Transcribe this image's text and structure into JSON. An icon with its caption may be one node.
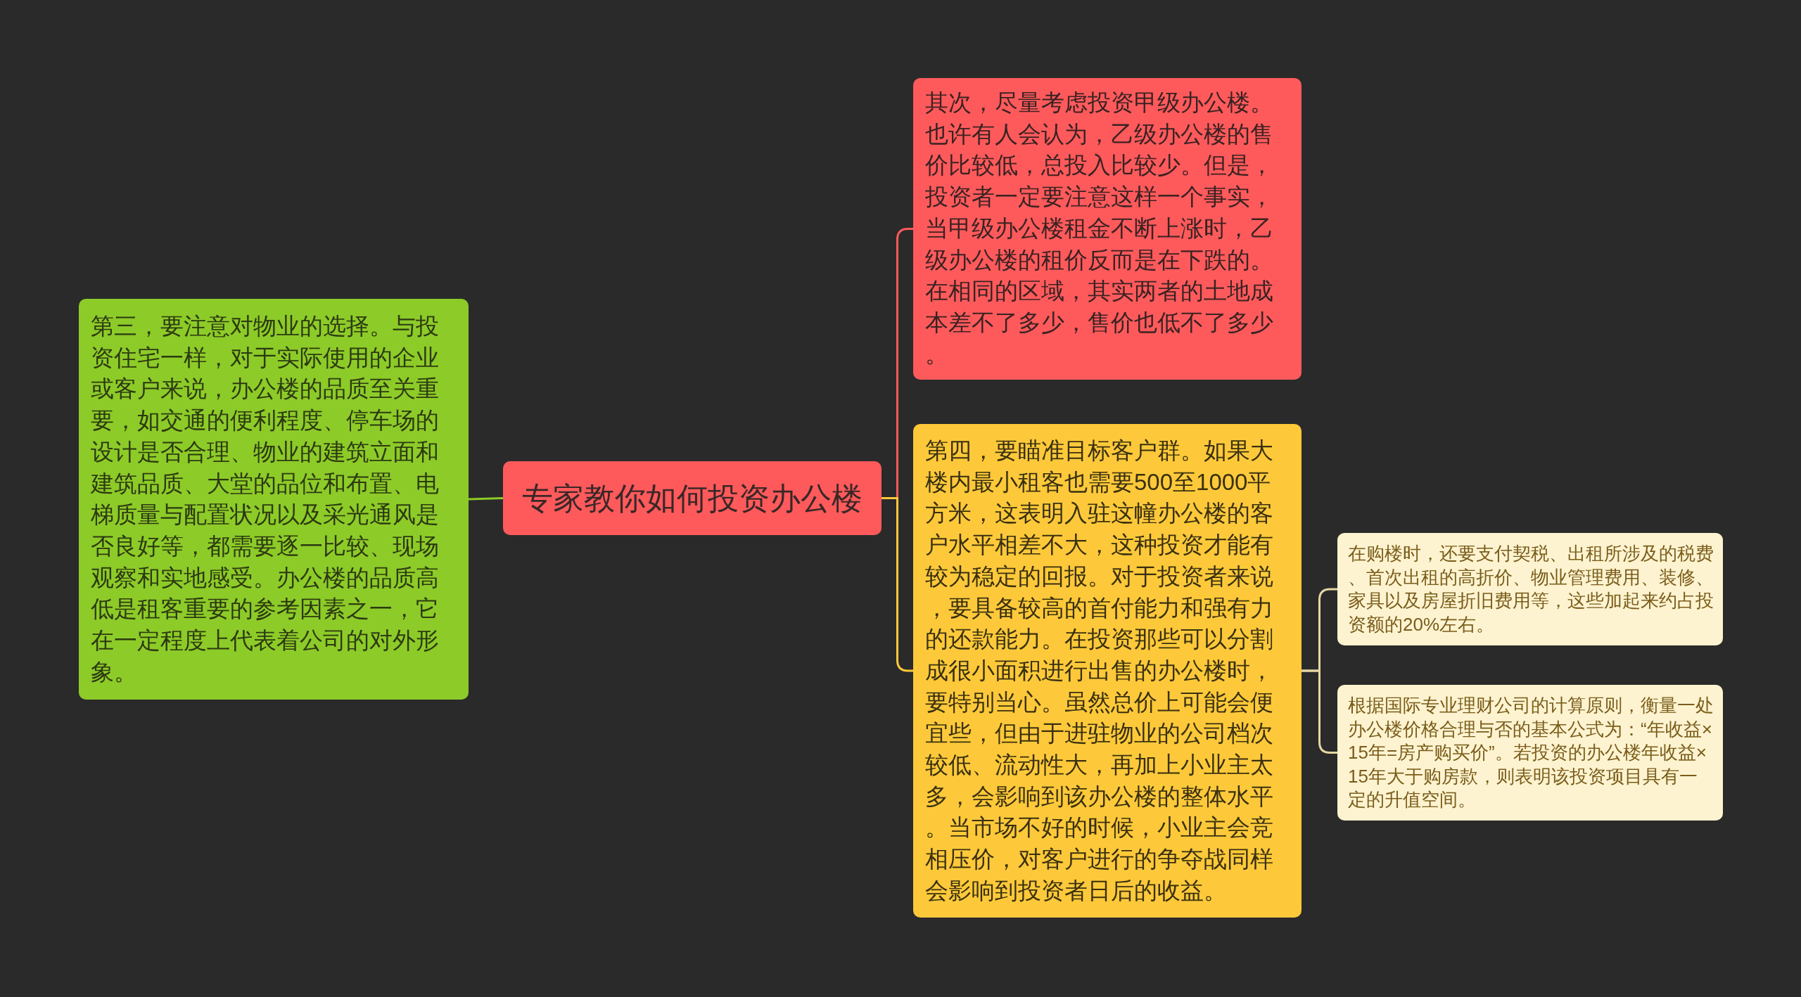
{
  "diagram": {
    "nodes": [
      {
        "text": [
          "专家教你如何投资办公楼"
        ]
      },
      {
        "text": [
          "第三，要注意对物业的选择。与投资住宅一样，对于实际使用的企业或客户来说，办公楼的品质至关重要，如交通的便利程度、停车场的设计是否合理、物业的建筑立面和建筑品质、大堂的品位和布置、电梯质量与配置状况以及采光通风是否良好等，都需要逐一比较、现场观察和实地感受。办公楼的品质高低是租客重要的参考因素之一，它在一定程度上代表着公司的对外形象。"
        ]
      },
      {
        "text": [
          "其次，尽量考虑投资甲级办公楼。也许有人会认为，乙级办公楼的售价比较低，总投入比较少。但是，投资者一定要注意这样一个事实，当甲级办公楼租金不断上涨时，乙级办公楼的租价反而是在下跌的。在相同的区域，其实两者的土地成本差不了多少，售价也低不了多少。"
        ]
      },
      {
        "text": [
          "第四，要瞄准目标客户群。如果大楼内最小租客也需要500至1000平方米，这表明入驻这幢办公楼的客户水平相差不大，这种投资才能有较为稳定的回报。对于投资者来说，要具备较高的首付能力和强有力的还款能力。在投资那些可以分割成很小面积进行出售的办公楼时，要特别当心。虽然总价上可能会便宜些，但由于进驻物业的公司档次较低、流动性大，再加上小业主太多，会影响到该办公楼的整体水平。当市场不好的时候，小业主会竞相压价，对客户进行的争夺战同样会影响到投资者日后的收益。"
        ]
      },
      {
        "text": [
          "在购楼时，还要支付契税、出租所涉及的税费、首次出租的高折价、物业管理费用、装修、家具以及房屋折旧费用等，这些加起来约占投资额的20%左右。"
        ]
      },
      {
        "text": [
          "根据国际专业理财公司的计算原则，衡量一处办公楼价格合理与否的基本公式为：“年收益×15年=房产购买价”。若投资的办公楼年收益×15年大于购房款，则表明该投资项目具有一定的升值空间。"
        ]
      }
    ],
    "edges": [
      {
        "from": 0,
        "to": 1,
        "arrow": "none",
        "color": "#8dcb29"
      },
      {
        "from": 0,
        "to": 2,
        "arrow": "none",
        "color": "#fe5a5c"
      },
      {
        "from": 0,
        "to": 3,
        "arrow": "none",
        "color": "#fdc93a"
      },
      {
        "from": 3,
        "to": 4,
        "arrow": "none",
        "color": "#e6d7a3"
      },
      {
        "from": 3,
        "to": 5,
        "arrow": "none",
        "color": "#e6d7a3"
      }
    ]
  }
}
